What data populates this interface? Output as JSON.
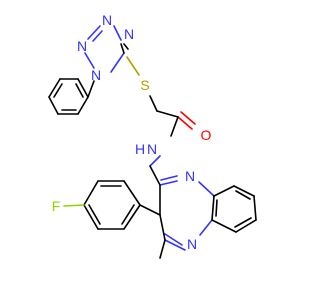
{
  "colors": {
    "carbon": "#000000",
    "nitrogen": "#3333ff",
    "sulfur": "#b3a100",
    "oxygen": "#ff0000",
    "fluorine": "#8fd400",
    "background": "#ffffff"
  },
  "atoms": {
    "tetrazole_n1": "N",
    "tetrazole_n2": "N",
    "tetrazole_n3": "N",
    "tetrazole_n4": "N",
    "sulfur": "S",
    "carbonyl_o": "O",
    "amide_nh": "N",
    "amide_h": "H",
    "ring_n_upper": "N",
    "ring_n_lower": "N",
    "fluorine": "F"
  }
}
